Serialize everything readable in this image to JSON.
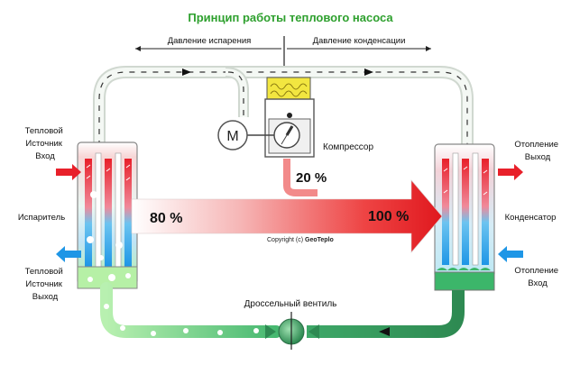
{
  "title": "Принцип работы теплового насоса",
  "pressure": {
    "evaporation": "Давление испарения",
    "condensation": "Давление конденсации"
  },
  "compressor": {
    "motor_symbol": "M",
    "label": "Компрессор"
  },
  "energy": {
    "compressor_share": "20 %",
    "source_share": "80 %",
    "output_share": "100 %",
    "copyright": "Copyright (c)",
    "brand": "GeoTeplo"
  },
  "left_side": {
    "source_in": [
      "Тепловой",
      "Источник",
      "Вход"
    ],
    "evaporator": "Испаритель",
    "source_out": [
      "Тепловой",
      "Источник",
      "Выход"
    ]
  },
  "right_side": {
    "heating_out": [
      "Отопление",
      "Выход"
    ],
    "condenser": "Конденсатор",
    "heating_in": [
      "Отопление",
      "Вход"
    ]
  },
  "valve": {
    "label": "Дроссельный вентиль"
  },
  "colors": {
    "title_green": "#2ea02e",
    "hot_red": "#e8202a",
    "cold_blue": "#1e96e6",
    "liquid_green": "#3cb66a",
    "dark_green": "#2e8a52",
    "gas_yellow": "#f2e640"
  }
}
